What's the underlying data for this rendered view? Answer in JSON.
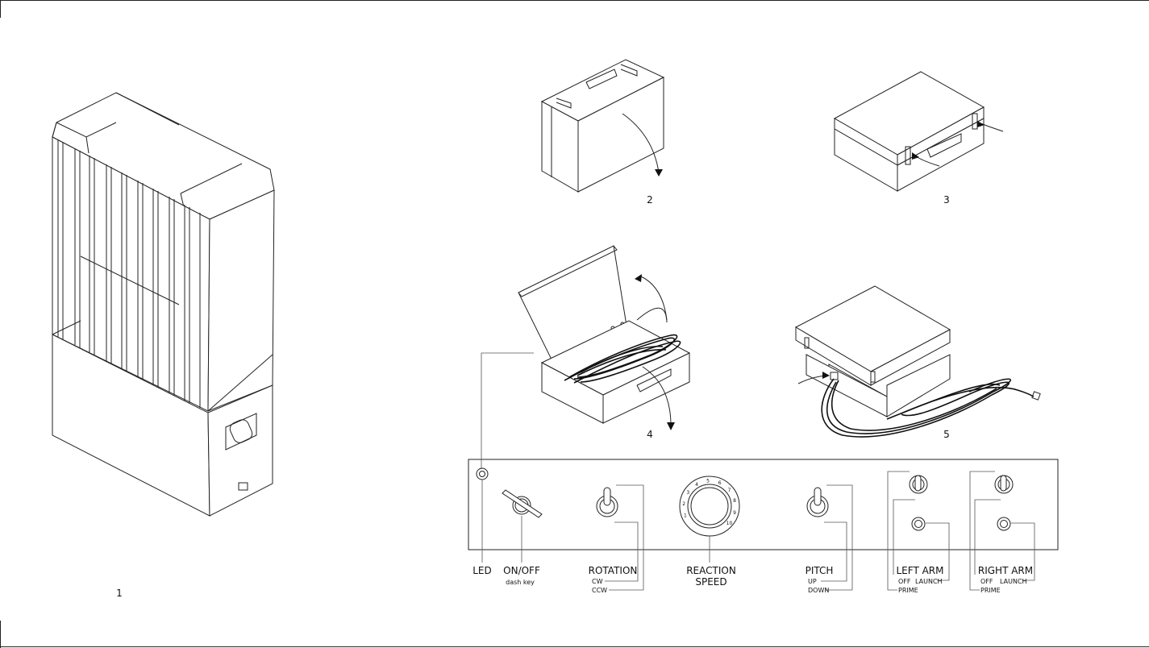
{
  "step_numbers": {
    "s1": "1",
    "s2": "2",
    "s3": "3",
    "s4": "4",
    "s5": "5"
  },
  "panel": {
    "led": "LED",
    "onoff": "ON/OFF",
    "onoff_sub": "dash key",
    "rotation": "ROTATION",
    "rotation_cw": "CW",
    "rotation_ccw": "CCW",
    "reaction_line1": "REACTION",
    "reaction_line2": "SPEED",
    "pitch": "PITCH",
    "pitch_up": "UP",
    "pitch_down": "DOWN",
    "left_arm": "LEFT ARM",
    "left_off": "OFF",
    "left_launch": "LAUNCH",
    "left_prime": "PRIME",
    "right_arm": "RIGHT ARM",
    "right_off": "OFF",
    "right_launch": "LAUNCH",
    "right_prime": "PRIME",
    "dial_ticks": [
      "1",
      "2",
      "3",
      "4",
      "5",
      "6",
      "7",
      "8",
      "9",
      "10"
    ]
  }
}
